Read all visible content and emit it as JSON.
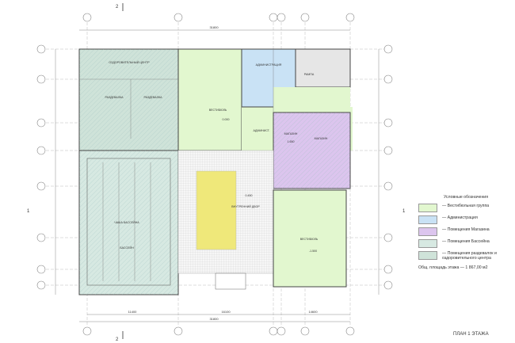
{
  "plan_title": "ПЛАН 1 ЭТАЖА",
  "section_mark": "2",
  "axis_mark": "1",
  "legend": {
    "title": "Условные обозначения",
    "items": [
      {
        "label": "— Вестибюльная группа",
        "color": "#e2f7cf"
      },
      {
        "label": "— Администрация",
        "color": "#c9e2f5"
      },
      {
        "label": "— Помещения Магазина",
        "color": "#dcc5ee"
      },
      {
        "label": "— Помещения Бассейна",
        "color": "#d7e9e2"
      },
      {
        "label": "— Помещения раздевалок и оздоровительного центра",
        "color": "#cfe3d9"
      }
    ],
    "total_area": "Общ. площадь этажа — 1 867,00 м2"
  },
  "rooms": {
    "health_center": "ОЗДОРОВИТЕЛЬНЫЙ ЦЕНТР",
    "admin": "АДМИНИСТРАЦИЯ",
    "ramp": "РАМПА",
    "locker1": "РАЗДЕВАЛКА",
    "locker2": "РАЗДЕВАЛКА",
    "lobby": "ВЕСТИБЮЛЬ",
    "lobby_level": "0.000",
    "shop1": "МАГАЗИН",
    "shop1_level": "1.650",
    "shop2": "МАГАЗИН",
    "pool_bowl": "ЧАША БАССЕЙНА",
    "pool": "БАССЕЙН",
    "courtyard": "ВНУТРЕННИЙ ДВОР",
    "courtyard_level": "0.450",
    "lower_lobby": "ВЕСТИБЮЛЬ",
    "lower_lobby_level": "-1.500",
    "admin2": "АДМИНИСТ."
  },
  "dimensions": {
    "top_total": "31800",
    "bottom_1": "11400",
    "bottom_2": "16100",
    "bottom_3": "14600",
    "bottom_total": "31800"
  },
  "colors": {
    "lobby": "#e2f7cf",
    "admin": "#c9e2f5",
    "shop": "#dcc5ee",
    "pool": "#d7e9e2",
    "locker": "#cfe3d9",
    "ramp": "#e6e6e6",
    "courtyard_field": "#efe87a"
  }
}
